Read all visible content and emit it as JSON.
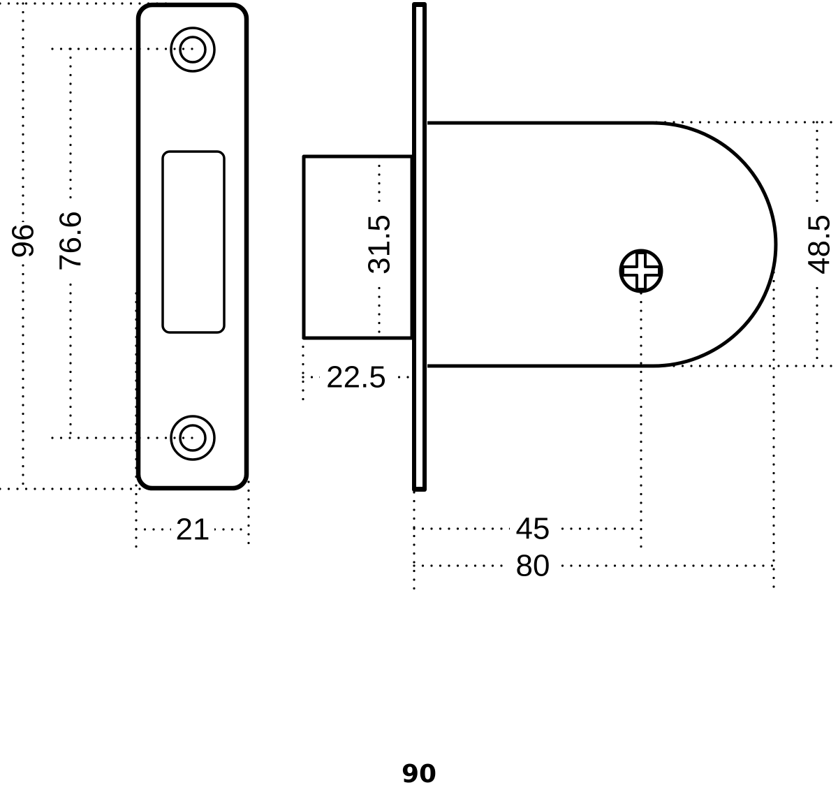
{
  "dimensions": {
    "strike_height": "96",
    "strike_screw_centers": "76.6",
    "strike_width": "21",
    "bolt_height": "31.5",
    "bolt_projection": "22.5",
    "case_height": "48.5",
    "backset": "45",
    "case_depth": "80"
  },
  "product_code": "90"
}
